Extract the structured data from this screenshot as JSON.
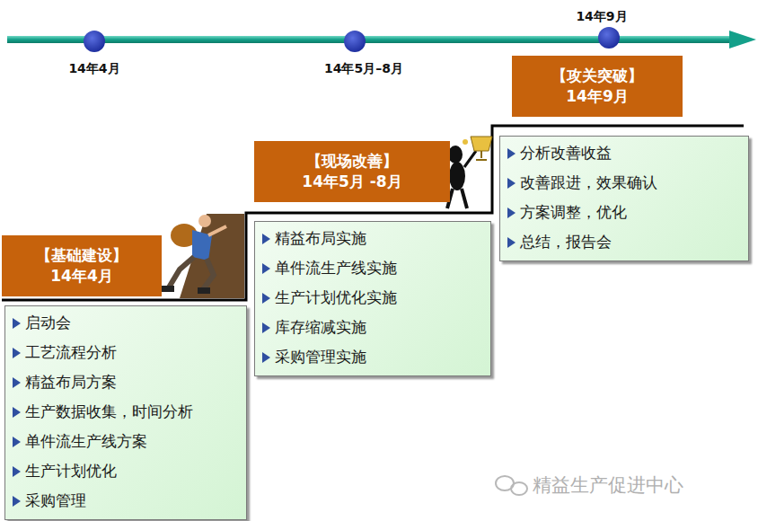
{
  "diagram": {
    "nodes": [
      {
        "text": [
          "【基础建设】",
          "14年4月"
        ]
      },
      {
        "text": [
          "启动会",
          "工艺流程分析",
          "精益布局方案",
          "生产数据收集，时间分析",
          "单件流生产线方案",
          "生产计划优化",
          "采购管理"
        ]
      },
      {
        "text": [
          "【现场改善】",
          "14年5月 -8月"
        ]
      },
      {
        "text": [
          "精益布局实施",
          "单件流生产线实施",
          "生产计划优化实施",
          "库存缩减实施",
          "采购管理实施"
        ]
      },
      {
        "text": [
          "【攻关突破】",
          "14年9月"
        ]
      },
      {
        "text": [
          "分析改善收益",
          "改善跟进，效果确认",
          "方案调整，优化",
          "总结，报告会"
        ]
      }
    ],
    "labels": [
      "14年4月",
      "14年5月–8月",
      "14年9月",
      "精益生产促进中心"
    ]
  }
}
